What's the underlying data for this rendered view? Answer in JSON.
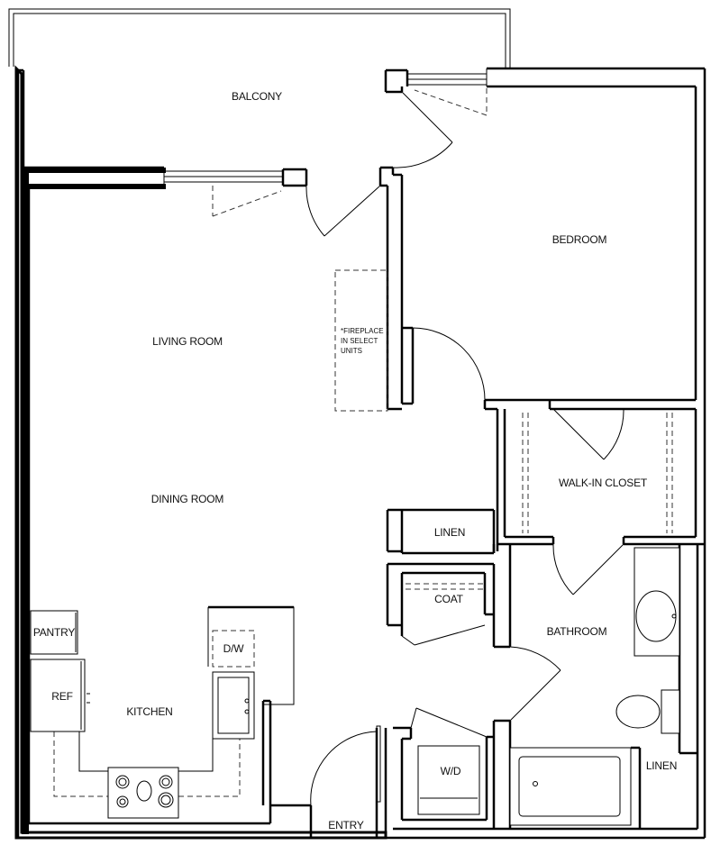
{
  "rooms": {
    "balcony": "BALCONY",
    "bedroom": "BEDROOM",
    "living_room": "LIVING ROOM",
    "dining_room": "DINING ROOM",
    "walk_in_closet": "WALK-IN CLOSET",
    "linen_hall": "LINEN",
    "coat": "COAT",
    "bathroom": "BATHROOM",
    "pantry": "PANTRY",
    "ref": "REF",
    "kitchen": "KITCHEN",
    "dw": "D/W",
    "wd": "W/D",
    "linen_bath": "LINEN",
    "entry": "ENTRY"
  },
  "fireplace_note": [
    "*FIREPLACE",
    "IN SELECT",
    "UNITS"
  ]
}
